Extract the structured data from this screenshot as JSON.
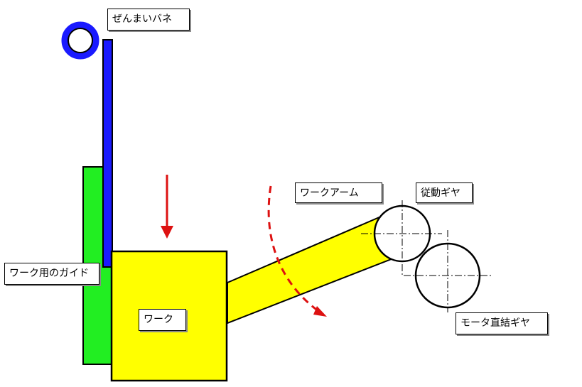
{
  "labels": {
    "spring": "ぜんまいバネ",
    "arm": "ワークアーム",
    "driven_gear": "従動ギヤ",
    "guide": "ワーク用のガイド",
    "work": "ワーク",
    "motor_gear": "モータ直結ギヤ"
  },
  "colors": {
    "spring": "#1a1aff",
    "guide": "#22ee22",
    "work": "#ffff00",
    "arrow": "#dd1111",
    "outline": "#000000"
  }
}
